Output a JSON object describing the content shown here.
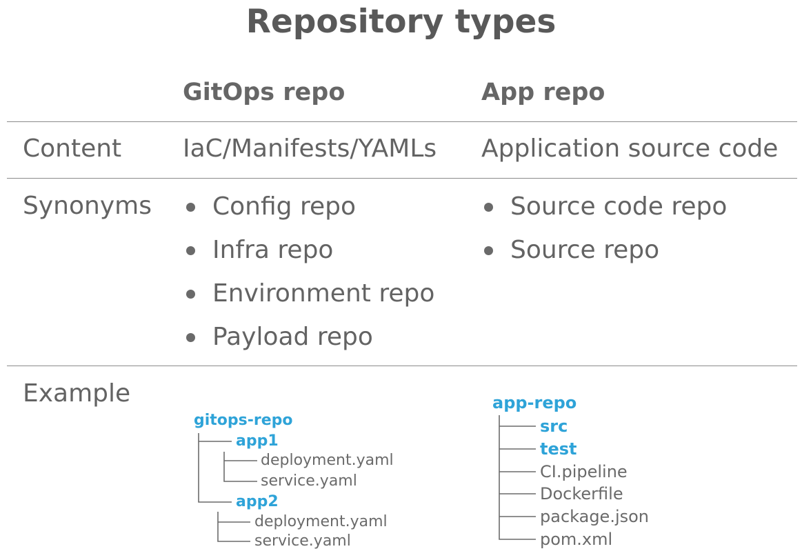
{
  "title": "Repository types",
  "columns": {
    "gitops": "GitOps repo",
    "app": "App repo"
  },
  "rows": {
    "content": {
      "label": "Content",
      "gitops": "IaC/Manifests/YAMLs",
      "app": "Application source code"
    },
    "synonyms": {
      "label": "Synonyms",
      "gitops": [
        "Config repo",
        "Infra repo",
        "Environment repo",
        "Payload repo"
      ],
      "app": [
        "Source code repo",
        "Source repo"
      ]
    },
    "example": {
      "label": "Example",
      "gitops_tree": {
        "root": "gitops-repo",
        "app1": "app1",
        "app1_files": [
          "deployment.yaml",
          "service.yaml"
        ],
        "app2": "app2",
        "app2_files": [
          "deployment.yaml",
          "service.yaml"
        ]
      },
      "app_tree": {
        "root": "app-repo",
        "folders": [
          "src",
          "test"
        ],
        "files": [
          "CI.pipeline",
          "Dockerfile",
          "package.json",
          "pom.xml"
        ]
      }
    }
  },
  "colors": {
    "accent": "#2ea3d8",
    "text": "#636363",
    "rule": "#8a8a8a"
  }
}
